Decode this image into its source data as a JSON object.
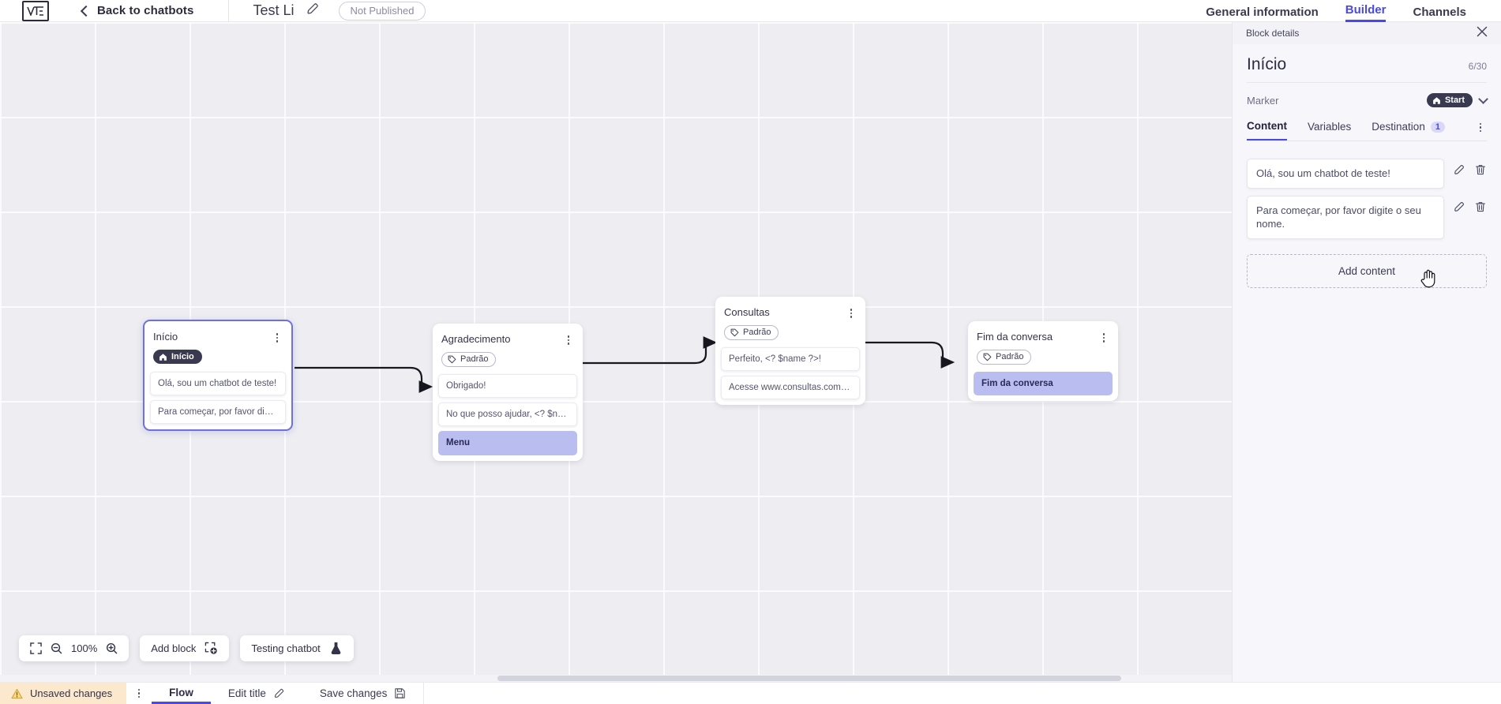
{
  "header": {
    "logo_name": "vtex-logo",
    "back_label": "Back to chatbots",
    "bot_title": "Test Li",
    "edit_icon": "pencil-icon",
    "status_badge": "Not Published",
    "tabs": [
      {
        "label": "General information",
        "active": false
      },
      {
        "label": "Builder",
        "active": true
      },
      {
        "label": "Channels",
        "active": false
      }
    ]
  },
  "canvas": {
    "zoom_level": "100%",
    "add_block_label": "Add block",
    "testing_label": "Testing chatbot",
    "blocks": [
      {
        "id": "inicio",
        "title": "Início",
        "tag": "Início",
        "tag_type": "start",
        "selected": true,
        "items": [
          {
            "text": "Olá, sou um chatbot de teste!",
            "style": "plain"
          },
          {
            "text": "Para começar, por favor digite o ...",
            "style": "plain"
          }
        ]
      },
      {
        "id": "agradecimento",
        "title": "Agradecimento",
        "tag": "Padrão",
        "tag_type": "default",
        "selected": false,
        "items": [
          {
            "text": "Obrigado!",
            "style": "plain"
          },
          {
            "text": "No que posso ajudar, <? $name ...",
            "style": "plain"
          },
          {
            "text": "Menu",
            "style": "menu"
          }
        ]
      },
      {
        "id": "consultas",
        "title": "Consultas",
        "tag": "Padrão",
        "tag_type": "default",
        "selected": false,
        "items": [
          {
            "text": "Perfeito, <? $name ?>!",
            "style": "plain"
          },
          {
            "text": "Acesse www.consultas.com par...",
            "style": "plain"
          }
        ]
      },
      {
        "id": "fim",
        "title": "Fim da conversa",
        "tag": "Padrão",
        "tag_type": "default",
        "selected": false,
        "items": [
          {
            "text": "Fim da conversa",
            "style": "menu"
          }
        ]
      }
    ]
  },
  "panel": {
    "head_title": "Block details",
    "close_icon": "close-icon",
    "title": "Início",
    "counter": "6/30",
    "marker_label": "Marker",
    "marker_value": "Start",
    "tabs": [
      {
        "label": "Content",
        "active": true,
        "badge": ""
      },
      {
        "label": "Variables",
        "active": false,
        "badge": ""
      },
      {
        "label": "Destination",
        "active": false,
        "badge": "1"
      }
    ],
    "contents": [
      {
        "text": "Olá, sou um chatbot de teste!"
      },
      {
        "text": "Para começar, por favor digite o seu nome."
      }
    ],
    "add_content_label": "Add content"
  },
  "footer": {
    "unsaved_label": "Unsaved changes",
    "flow_label": "Flow",
    "edit_title_label": "Edit title",
    "save_label": "Save changes"
  },
  "colors": {
    "accent": "#4a4ae0",
    "warning_bg": "#fbe8cd",
    "menu_bubble": "#b9bdf0",
    "dark_chip": "#393950"
  }
}
